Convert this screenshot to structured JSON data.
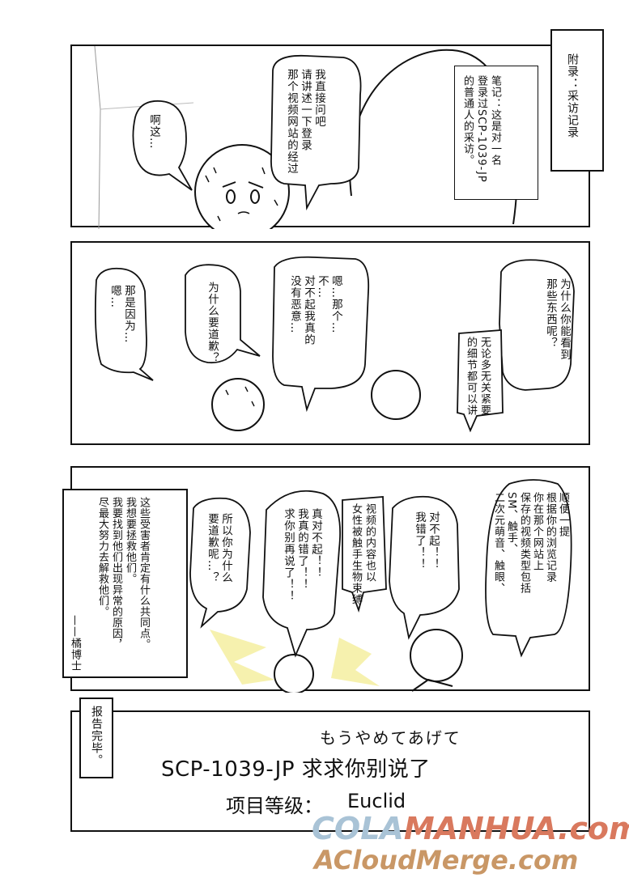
{
  "panel1": {
    "caption_box": "附录：采访记录",
    "note": "笔记：这是对一名\n登录过SCP-1039-JP\n的普通人的采访。",
    "bubble_interviewer": "我直接问吧\n请讲述一下登录\n那个视频网站的经过",
    "bubble_subject": "啊这…"
  },
  "panel2": {
    "bubble_question": "为什么你能看到\n那些东西呢？",
    "bubble_detail": "无论多无关紧要\n的细节都可以讲",
    "bubble_um": "嗯…那个…\n不…\n对不起我真的\n没有恶意…",
    "bubble_why_apologize": "为什么要道歉？",
    "bubble_because": "那是因为…\n嗯…"
  },
  "panel3": {
    "bubble_by_the_way": "顺便一提\n根据你的浏览记录\n你在那个网站上\n保存的视频类型包括\nSM、触手、\n二次元萌音、触眼、",
    "bubble_sorry": "对不起！！\n我错了！！",
    "bubble_video": "视频的内容也以\n女性被触手生物束缚",
    "bubble_really_sorry": "真对不起！！\n我真的错了！！\n求你别再说了！！",
    "bubble_so_why": "所以你为什么\n要道歉呢…？",
    "quote": "这些受害者肯定有什么共同点。\n我想要拯救他们。\n我要找到他们出现异常的原因，\n尽最大努力去解救他们。",
    "quote_sign": "——橘博士"
  },
  "panel4": {
    "report_end": "报告完毕。",
    "kana_title": "もうやめてあげて",
    "title": "SCP-1039-JP 求求你别说了",
    "object_class_label": "项目等级：",
    "object_class": "Euclid"
  },
  "watermark": {
    "line1a": "COLA",
    "line1b": "MANHUA",
    "line1c": ".com",
    "line2": "ACloudMerge.com"
  },
  "colors": {
    "ink": "#111111",
    "watermark_blue": "#a9c3d6",
    "watermark_red": "#d9795e",
    "watermark_brown": "#c99766",
    "flash_yellow": "#f4ee9a"
  }
}
